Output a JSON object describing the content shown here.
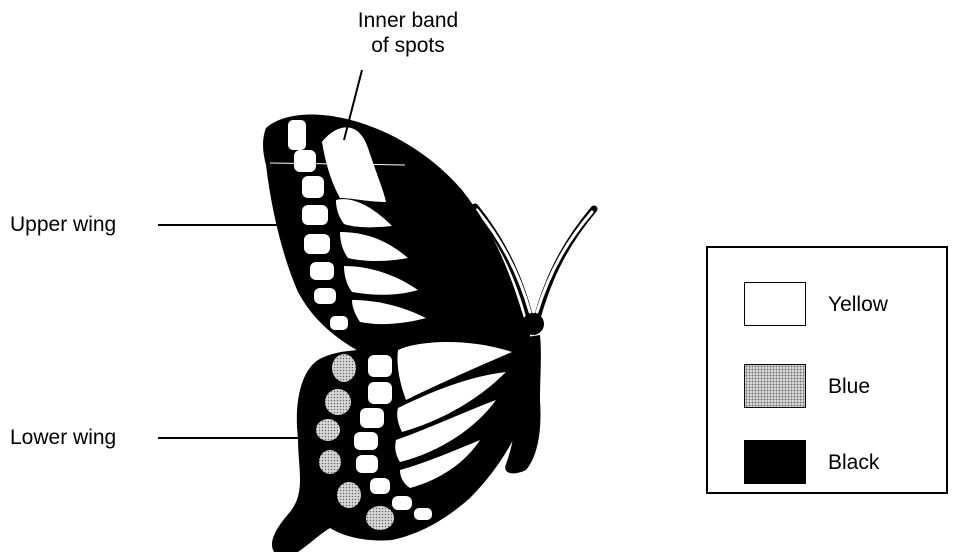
{
  "labels": {
    "inner_band": [
      "Inner band",
      "of spots"
    ],
    "upper_wing": "Upper wing",
    "lower_wing": "Lower wing"
  },
  "legend": {
    "items": [
      {
        "label": "Yellow",
        "fill": "#ffffff"
      },
      {
        "label": "Blue",
        "fill": "#d8d8d8"
      },
      {
        "label": "Black",
        "fill": "#000000"
      }
    ]
  },
  "colors": {
    "ink": "#000000",
    "paper": "#ffffff",
    "blue_stipple": "#d8d8d8"
  }
}
